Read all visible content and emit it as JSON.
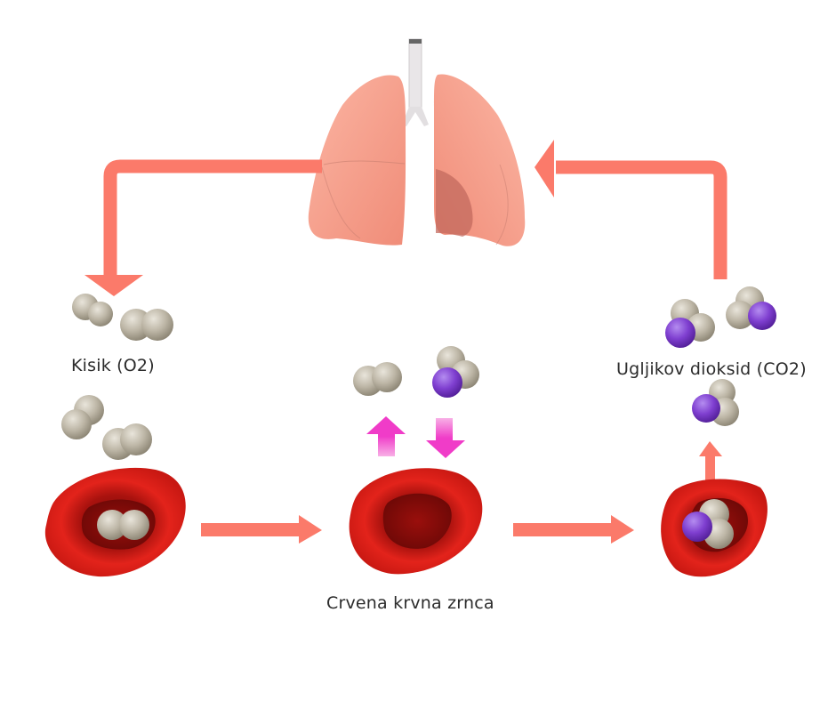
{
  "diagram": {
    "title": "Gas exchange: lungs and red blood cells",
    "labels": {
      "oxygen": "Kisik (O2)",
      "carbon_dioxide": "Ugljikov dioksid (CO2)",
      "red_blood_cell": "Crvena krvna zrnca"
    },
    "nodes": [
      {
        "id": "lungs",
        "icon": "lungs-icon"
      },
      {
        "id": "rbc-oxygenated",
        "icon": "red-blood-cell-icon",
        "carries": "O2"
      },
      {
        "id": "rbc-exchange",
        "icon": "red-blood-cell-icon",
        "carries": "none"
      },
      {
        "id": "rbc-deoxygenated",
        "icon": "red-blood-cell-icon",
        "carries": "CO2"
      }
    ],
    "flows": [
      {
        "from": "lungs",
        "to": "oxygen",
        "direction": "down-left"
      },
      {
        "from": "rbc-oxygenated",
        "to": "rbc-exchange",
        "direction": "right"
      },
      {
        "from": "rbc-exchange",
        "to": "rbc-deoxygenated",
        "direction": "right"
      },
      {
        "from": "rbc-deoxygenated",
        "to": "carbon_dioxide",
        "direction": "up"
      },
      {
        "from": "carbon_dioxide",
        "to": "lungs",
        "direction": "up-left"
      },
      {
        "from": "rbc-exchange",
        "to": "oxygen-out",
        "direction": "up"
      },
      {
        "from": "carbon_dioxide-in",
        "to": "rbc-exchange",
        "direction": "down"
      }
    ],
    "colors": {
      "flow_arrow": "#fb7a6a",
      "exchange_arrow": "#f03cc8",
      "lung": "#f7a08e",
      "rbc": "#d8201a",
      "oxygen_atom": "#b4ad9c",
      "carbon_atom": "#7a3fc8"
    }
  }
}
